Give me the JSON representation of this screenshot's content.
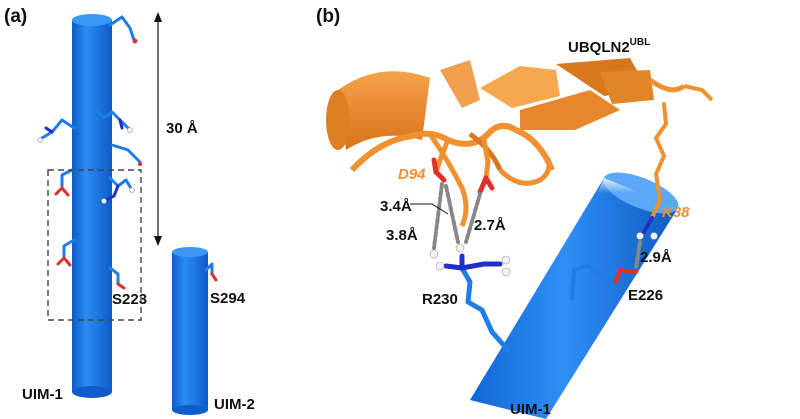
{
  "panel_a": {
    "label": "(a)",
    "dimension": "30 Å",
    "residue_1": "S223",
    "residue_2": "S294",
    "helix_1": "UIM-1",
    "helix_2": "UIM-2"
  },
  "panel_b": {
    "label": "(b)",
    "protein_main": "UBQLN2",
    "protein_sup": "UBL",
    "res_d": "D94",
    "res_k": "K38",
    "res_r": "R230",
    "res_e": "E226",
    "dist_1": "3.4Å",
    "dist_2": "3.8Å",
    "dist_3": "2.7Å",
    "dist_4": "2.9Å",
    "helix": "UIM-1"
  },
  "colors": {
    "helix_blue": "#1f7de8",
    "protein_orange": "#f0902e",
    "oxygen_red": "#e0302a",
    "nitrogen_blue": "#2030c8",
    "hydrogen_white": "#f2f2f2"
  }
}
